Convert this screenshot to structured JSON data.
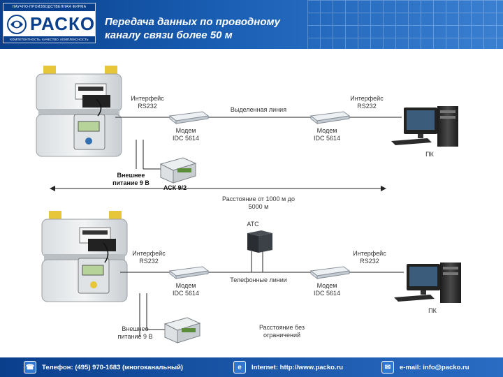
{
  "header": {
    "logo_top": "НАУЧНО-ПРОИЗВОДСТВЕННАЯ ФИРМА",
    "logo_name": "РАСКО",
    "logo_bottom": "КОМПЕТЕНТНОСТЬ. КАЧЕСТВО. КОМПЛЕКСНОСТЬ",
    "title": "Передача данных по проводному\nканалу связи более 50 м"
  },
  "diagram": {
    "top": {
      "interface_left": "Интерфейс\nRS232",
      "line": "Выделенная линия",
      "interface_right": "Интерфейс\nRS232",
      "modem_left": "Модем\nIDC 5614",
      "modem_right": "Модем\nIDC 5614",
      "pc": "ПК",
      "power": "Внешнее\nпитание 9 В",
      "ack": "АСК 9/2"
    },
    "distance": "Расстояние от 1000 м до\n5000 м",
    "bottom": {
      "atc": "АТС",
      "interface_left": "Интерфейс\nRS232",
      "interface_right": "Интерфейс\nRS232",
      "modem_left": "Модем\nIDC 5614",
      "modem_right": "Модем\nIDC 5614",
      "phone_lines": "Телефонные линии",
      "pc": "ПК",
      "power": "Внешнее\nпитание 9 В",
      "unlimited": "Расстояние  без\nограничений"
    }
  },
  "footer": {
    "phone": "Телефон: (495) 970-1683 (многоканальный)",
    "internet": "Internet: http://www.packo.ru",
    "email": "e-mail: info@packo.ru"
  },
  "colors": {
    "brand": "#0a3f8c",
    "accent": "#1a5fb4"
  }
}
